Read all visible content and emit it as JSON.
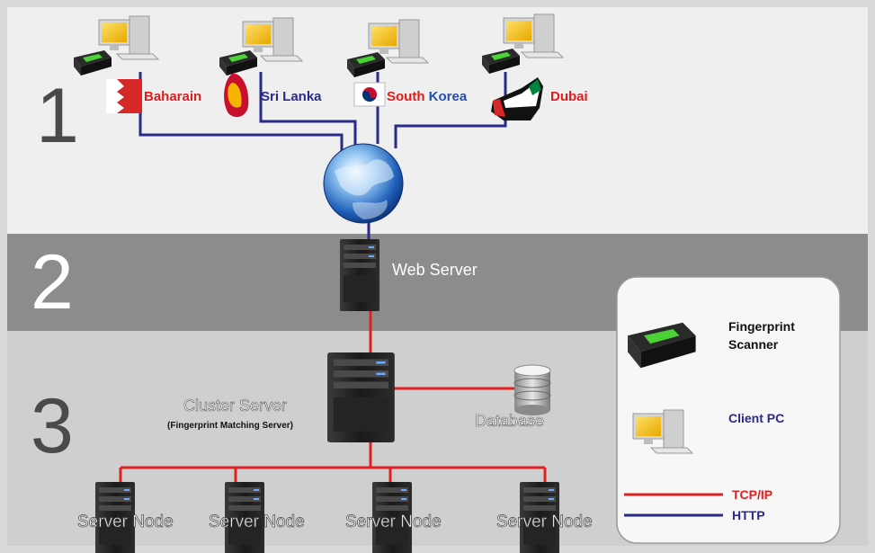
{
  "tiers": [
    {
      "number": "1"
    },
    {
      "number": "2"
    },
    {
      "number": "3"
    }
  ],
  "clients": [
    {
      "country": "Baharain",
      "country_parts": [
        {
          "text": "Baharain",
          "color": "#e21b1b"
        }
      ]
    },
    {
      "country": "Sri Lanka",
      "country_parts": [
        {
          "text": "Sri Lanka",
          "color": "#2a2a8a"
        }
      ]
    },
    {
      "country": "South Korea",
      "country_parts": [
        {
          "text": "South",
          "color": "#e21b1b"
        },
        {
          "text": " Korea",
          "color": "#1f4fb0"
        }
      ]
    },
    {
      "country": "Dubai",
      "country_parts": [
        {
          "text": "Dubai",
          "color": "#e21b1b"
        }
      ]
    }
  ],
  "web_server": {
    "label": "Web Server"
  },
  "cluster_server": {
    "label": "Cluster Server",
    "sublabel": "(Fingerprint Matching Server)"
  },
  "database": {
    "label": "Database"
  },
  "server_nodes": [
    {
      "label": "Server Node"
    },
    {
      "label": "Server Node"
    },
    {
      "label": "Server Node"
    },
    {
      "label": "Server Node"
    }
  ],
  "legend": {
    "scanner_line1": "Fingerprint",
    "scanner_line2": "Scanner",
    "client_pc": "Client PC",
    "tcpip": "TCP/IP",
    "http": "HTTP"
  },
  "colors": {
    "tcpip_line": "#e02020",
    "http_line": "#2a2a8a",
    "band_tier2": "#8c8c8c",
    "band_tier1": "#efefef",
    "band_tier3": "#cfcfcf"
  }
}
